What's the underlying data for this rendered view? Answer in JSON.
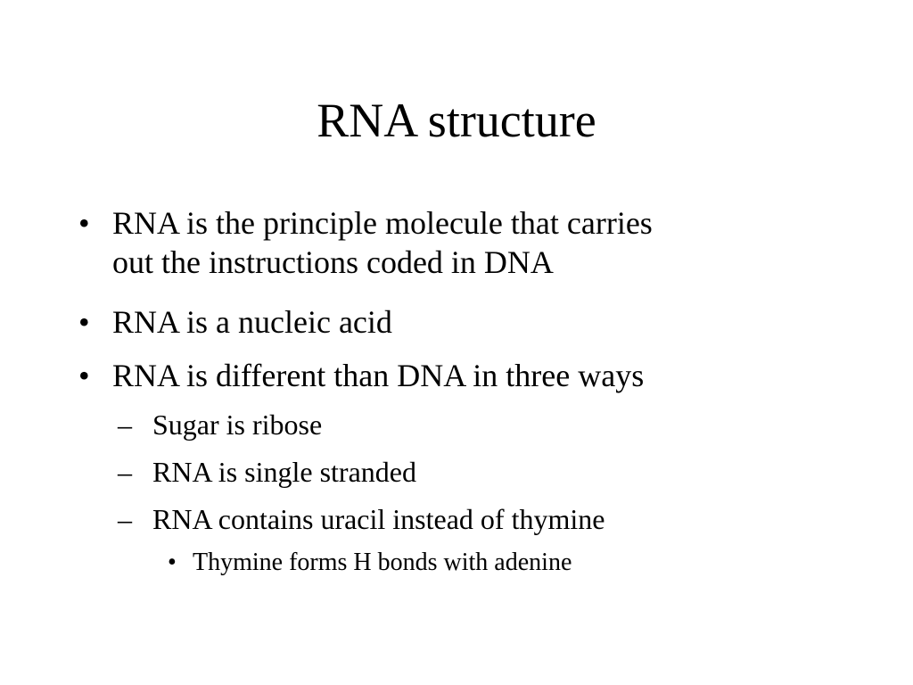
{
  "slide": {
    "title": "RNA structure",
    "bullet_glyph": "•",
    "dash_glyph": "–",
    "items": [
      {
        "level": 1,
        "lines": [
          "RNA is the principle molecule that carries",
          "out the instructions coded in DNA"
        ]
      },
      {
        "level": 1,
        "lines": [
          "RNA is a nucleic acid"
        ]
      },
      {
        "level": 1,
        "lines": [
          "RNA is different than DNA in three ways"
        ]
      },
      {
        "level": 2,
        "lines": [
          "Sugar is ribose"
        ]
      },
      {
        "level": 2,
        "lines": [
          "RNA is single stranded"
        ]
      },
      {
        "level": 2,
        "lines": [
          "RNA contains uracil instead of thymine"
        ]
      },
      {
        "level": 3,
        "lines": [
          "Thymine forms H bonds with adenine"
        ]
      }
    ]
  }
}
